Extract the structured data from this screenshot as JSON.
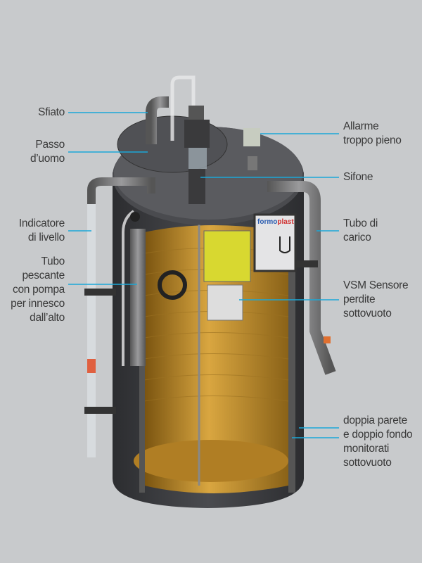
{
  "labels_left": [
    {
      "id": "sfiato",
      "lines": [
        "Sfiato"
      ]
    },
    {
      "id": "passo-duomo",
      "lines": [
        "Passo",
        "d’uomo"
      ]
    },
    {
      "id": "indicatore-livello",
      "lines": [
        "Indicatore",
        "di livello"
      ]
    },
    {
      "id": "tubo-pescante",
      "lines": [
        "Tubo",
        "pescante",
        "con pompa",
        "per innesco",
        "dall’alto"
      ]
    }
  ],
  "labels_right": [
    {
      "id": "allarme",
      "lines": [
        "Allarme",
        "troppo pieno"
      ]
    },
    {
      "id": "sifone",
      "lines": [
        "Sifone"
      ]
    },
    {
      "id": "tubo-carico",
      "lines": [
        "Tubo di",
        "carico"
      ]
    },
    {
      "id": "vsm-sensore",
      "lines": [
        "VSM Sensore",
        "perdite",
        "sottovuoto"
      ]
    },
    {
      "id": "doppia-parete",
      "lines": [
        "doppia parete",
        "e doppio fondo",
        "monitorati",
        "sottovuoto"
      ]
    }
  ],
  "logo": {
    "part1": "formo",
    "part2": "plast"
  },
  "colors": {
    "background": "#c8cacc",
    "leader": "#1aa8d8",
    "text": "#3a3a3a",
    "tank": "#3c3d40",
    "interior": "#c8962e"
  }
}
